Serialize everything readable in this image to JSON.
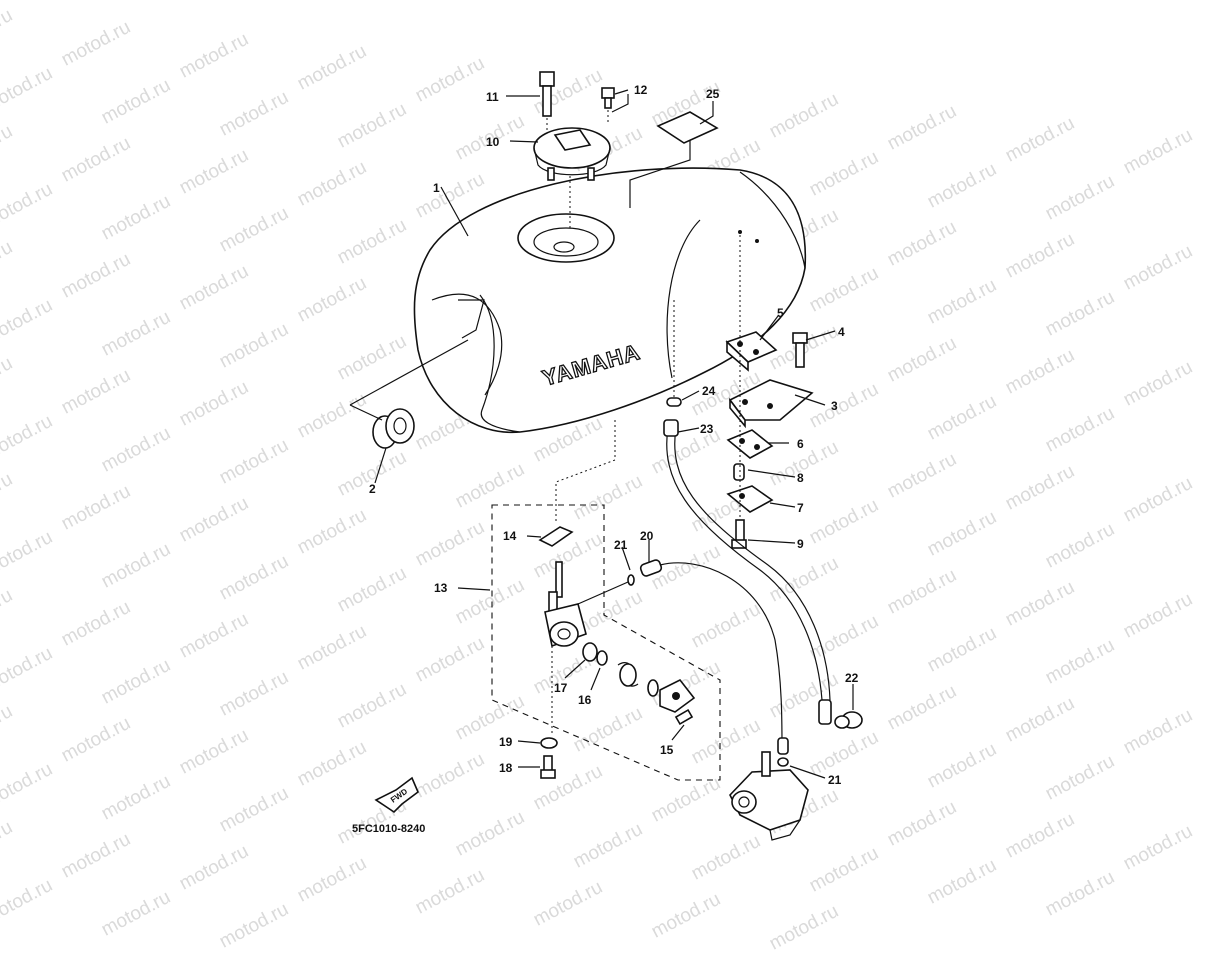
{
  "watermark": "motod.ru",
  "tank_logo": "YAMAHA",
  "diagram_code": "5FC1010-8240",
  "fwd_label": "FWD",
  "callouts": [
    "1",
    "2",
    "3",
    "4",
    "5",
    "6",
    "7",
    "8",
    "9",
    "10",
    "11",
    "12",
    "13",
    "14",
    "15",
    "16",
    "17",
    "18",
    "19",
    "20",
    "21",
    "21",
    "22",
    "23",
    "24",
    "25"
  ]
}
